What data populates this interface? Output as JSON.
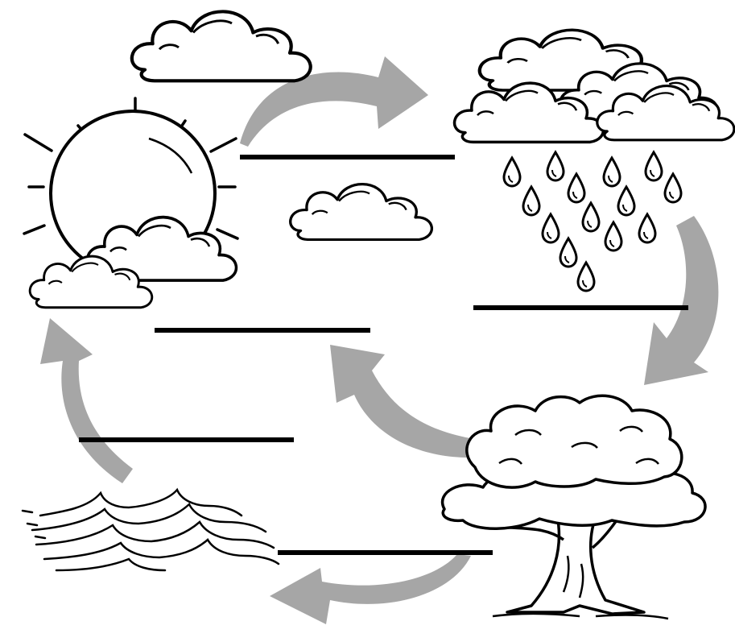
{
  "diagram": {
    "stages": [
      {
        "id": "evaporation",
        "answer": ""
      },
      {
        "id": "condensation",
        "answer": ""
      },
      {
        "id": "precipitation",
        "answer": ""
      },
      {
        "id": "transpiration",
        "answer": ""
      },
      {
        "id": "collection-runoff",
        "answer": ""
      },
      {
        "id": "evaporation-from-water",
        "answer": ""
      }
    ],
    "colors": {
      "arrow": "#a6a6a6",
      "line": "#000000",
      "background": "#ffffff"
    },
    "icons": [
      "sun-icon",
      "cloud-icon",
      "rain-cloud-icon",
      "raindrop-icon",
      "tree-icon",
      "waves-icon",
      "arrow-icon"
    ]
  }
}
